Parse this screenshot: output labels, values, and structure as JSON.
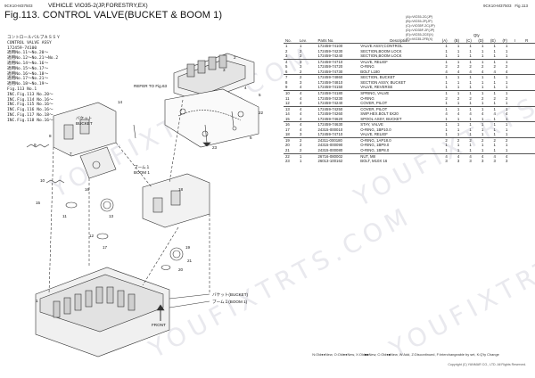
{
  "header": {
    "doc_code_left": "9CK10-M37503",
    "vehicle": "VEHICLE VIO35-2(JP,FORESTRY,EX)",
    "fig_title": "Fig.113.  CONTROL VALVE(BUCKET & BOOM 1)",
    "doc_code_right": "9CK10-M37503",
    "fig_right": "Fig.113"
  },
  "notes": [
    "コントロールバルブＡＳＳＹ",
    "CONTROL VALVE ASSY",
    "172459-74100",
    "適用No.11～No.20～",
    "適用No.12～No.21～No.2",
    "適用No.14～No.16～",
    "適用No.15～No.17～",
    "適用No.16～No.18～",
    "適用No.17～No.21～",
    "適用No.18～No.19～",
    "Fig.113 No.1",
    "INC.Fig.113 No.20～",
    "INC.Fig.114 No.16～",
    "INC.Fig.115 No.16～",
    "INC.Fig.116 No.16～",
    "INC.Fig.117 No.18～",
    "INC.Fig.118 No.16～"
  ],
  "diagram_labels": {
    "refer": "REFER TO Fig.63",
    "bucket": "バケット\nBUCKET",
    "boom1": "ブーム１\nBOOM 1",
    "bottom_bucket": "バケット(BUCKET)",
    "bottom_boom": "ブーム１(BOOM 1)",
    "front": "FRONT",
    "callouts": [
      "1",
      "2",
      "3",
      "4",
      "5",
      "6",
      "7",
      "8",
      "9",
      "10",
      "11",
      "12",
      "13",
      "14",
      "15",
      "16",
      "17",
      "18",
      "19",
      "20",
      "21",
      "22",
      "23"
    ]
  },
  "legend_codes": [
    "(A)=VIO35-2C(JP)",
    "(B)=VIO35-2F(JP)",
    "(C)=VIO35F-2C(JP)",
    "(D)=VIO35F-2F(JP)",
    "(E)=VIO35-2CE(X)",
    "(F)=VIO35-2FE(X)"
  ],
  "table": {
    "col_no": "No.",
    "col_lev": "Lev.",
    "col_pn": "Parts No.",
    "col_desc": "Description",
    "qty_label": "Qty",
    "qty_cols": [
      "(A)",
      "(B)",
      "(C)",
      "(D)",
      "(E)",
      "(F)"
    ],
    "ir_cols": [
      "I",
      "R"
    ],
    "rows": [
      {
        "no": "1",
        "lev": "1",
        "pn": "172459-74100",
        "desc": "VALVE ASSY,CONTROL",
        "q": [
          "1",
          "1",
          "1",
          "1",
          "1",
          "1"
        ],
        "grp": true
      },
      {
        "no": "2",
        "lev": "2",
        "pn": "172459-74230",
        "desc": "SECTION,BOOM LOCK",
        "q": [
          "1",
          "1",
          "1",
          "1",
          "1",
          "1"
        ],
        "grp": false
      },
      {
        "no": "3",
        "lev": "3",
        "pn": "172459-74240",
        "desc": "SECTION,BOOM LOCK",
        "q": [
          "1",
          "1",
          "1",
          "1",
          "1",
          "1"
        ],
        "grp": false
      },
      {
        "no": "4",
        "lev": "3",
        "pn": "172459-74710",
        "desc": "VALVE, RELIEF",
        "q": [
          "1",
          "1",
          "1",
          "1",
          "1",
          "1"
        ],
        "grp": true
      },
      {
        "no": "5",
        "lev": "3",
        "pn": "172459-74720",
        "desc": "O-RING",
        "q": [
          "2",
          "2",
          "2",
          "2",
          "2",
          "2"
        ],
        "grp": false
      },
      {
        "no": "6",
        "lev": "2",
        "pn": "172459-74730",
        "desc": "BOLT L180",
        "q": [
          "4",
          "4",
          "4",
          "4",
          "4",
          "4"
        ],
        "grp": false
      },
      {
        "no": "7",
        "lev": "2",
        "pn": "172459-74860",
        "desc": "SECTION, BUCKET",
        "q": [
          "1",
          "1",
          "1",
          "1",
          "1",
          "1"
        ],
        "grp": true
      },
      {
        "no": "8",
        "lev": "3",
        "pn": "172459-74810",
        "desc": "SECTION ASSY, BUCKET",
        "q": [
          "1",
          "1",
          "1",
          "1",
          "1",
          "1"
        ],
        "grp": false
      },
      {
        "no": "9",
        "lev": "4",
        "pn": "172459-74150",
        "desc": "VALVE, REVERSE",
        "q": [
          "1",
          "1",
          "1",
          "1",
          "1",
          "1"
        ],
        "grp": false
      },
      {
        "no": "10",
        "lev": "4",
        "pn": "172459-74180",
        "desc": "SPRING, VALVE",
        "q": [
          "1",
          "1",
          "1",
          "1",
          "1",
          "1"
        ],
        "grp": true
      },
      {
        "no": "11",
        "lev": "4",
        "pn": "172459-74230",
        "desc": "O-RING",
        "q": [
          "2",
          "2",
          "2",
          "2",
          "2",
          "2"
        ],
        "grp": false
      },
      {
        "no": "12",
        "lev": "4",
        "pn": "172459-74240",
        "desc": "COVER, PILOT",
        "q": [
          "1",
          "1",
          "1",
          "1",
          "1",
          "1"
        ],
        "grp": false
      },
      {
        "no": "13",
        "lev": "4",
        "pn": "172459-74250",
        "desc": "COVER, PILOT",
        "q": [
          "1",
          "1",
          "1",
          "1",
          "1",
          "1"
        ],
        "grp": true
      },
      {
        "no": "14",
        "lev": "4",
        "pn": "172459-74260",
        "desc": "SWP.HEX.BOLT 5X20",
        "q": [
          "4",
          "4",
          "4",
          "4",
          "4",
          "4"
        ],
        "grp": false
      },
      {
        "no": "15",
        "lev": "4",
        "pn": "172459-74620",
        "desc": "SPOOL ASSY, BUCKET",
        "q": [
          "1",
          "1",
          "1",
          "1",
          "1",
          "1"
        ],
        "grp": false
      },
      {
        "no": "16",
        "lev": "4",
        "pn": "172459-74630",
        "desc": "STAY, VALVE",
        "q": [
          "1",
          "1",
          "1",
          "1",
          "1",
          "1"
        ],
        "grp": true
      },
      {
        "no": "17",
        "lev": "4",
        "pn": "24315-000010",
        "desc": "O-RING, 1BP10.0",
        "q": [
          "1",
          "1",
          "1",
          "1",
          "1",
          "1"
        ],
        "grp": false
      },
      {
        "no": "18",
        "lev": "3",
        "pn": "172459-74710",
        "desc": "VALVE, RELIEF",
        "q": [
          "1",
          "1",
          "1",
          "1",
          "1",
          "1"
        ],
        "grp": false
      },
      {
        "no": "19",
        "lev": "2",
        "pn": "24311-000180",
        "desc": "O-RING, 1AP18.0",
        "q": [
          "2",
          "2",
          "2",
          "2",
          "2",
          "2"
        ],
        "grp": true
      },
      {
        "no": "20",
        "lev": "2",
        "pn": "24315-000090",
        "desc": "O-RING, 1BP9.0",
        "q": [
          "1",
          "1",
          "1",
          "1",
          "1",
          "1"
        ],
        "grp": false
      },
      {
        "no": "21",
        "lev": "2",
        "pn": "24315-000080",
        "desc": "O-RING, 1BP8.0",
        "q": [
          "1",
          "1",
          "1",
          "1",
          "1",
          "1"
        ],
        "grp": false
      },
      {
        "no": "22",
        "lev": "1",
        "pn": "26716-080002",
        "desc": "NUT, M8",
        "q": [
          "4",
          "4",
          "4",
          "4",
          "4",
          "4"
        ],
        "grp": true
      },
      {
        "no": "23",
        "lev": "1",
        "pn": "26013-100162",
        "desc": "BOLT, M10X 16",
        "q": [
          "3",
          "3",
          "3",
          "3",
          "3",
          "3"
        ],
        "grp": false
      }
    ]
  },
  "footer": {
    "legend": "N:Old●●New, O:Old●●New, X:Old■■New, C:Old●■New, W:Add, Z:Discontinued, F:Interchangeable by set, K:Q'ty Change",
    "copyright": "Copyright (C) YANMAR CO., LTD. All Rights Reserved."
  },
  "watermark": "YOUFIXTRTS.COM"
}
